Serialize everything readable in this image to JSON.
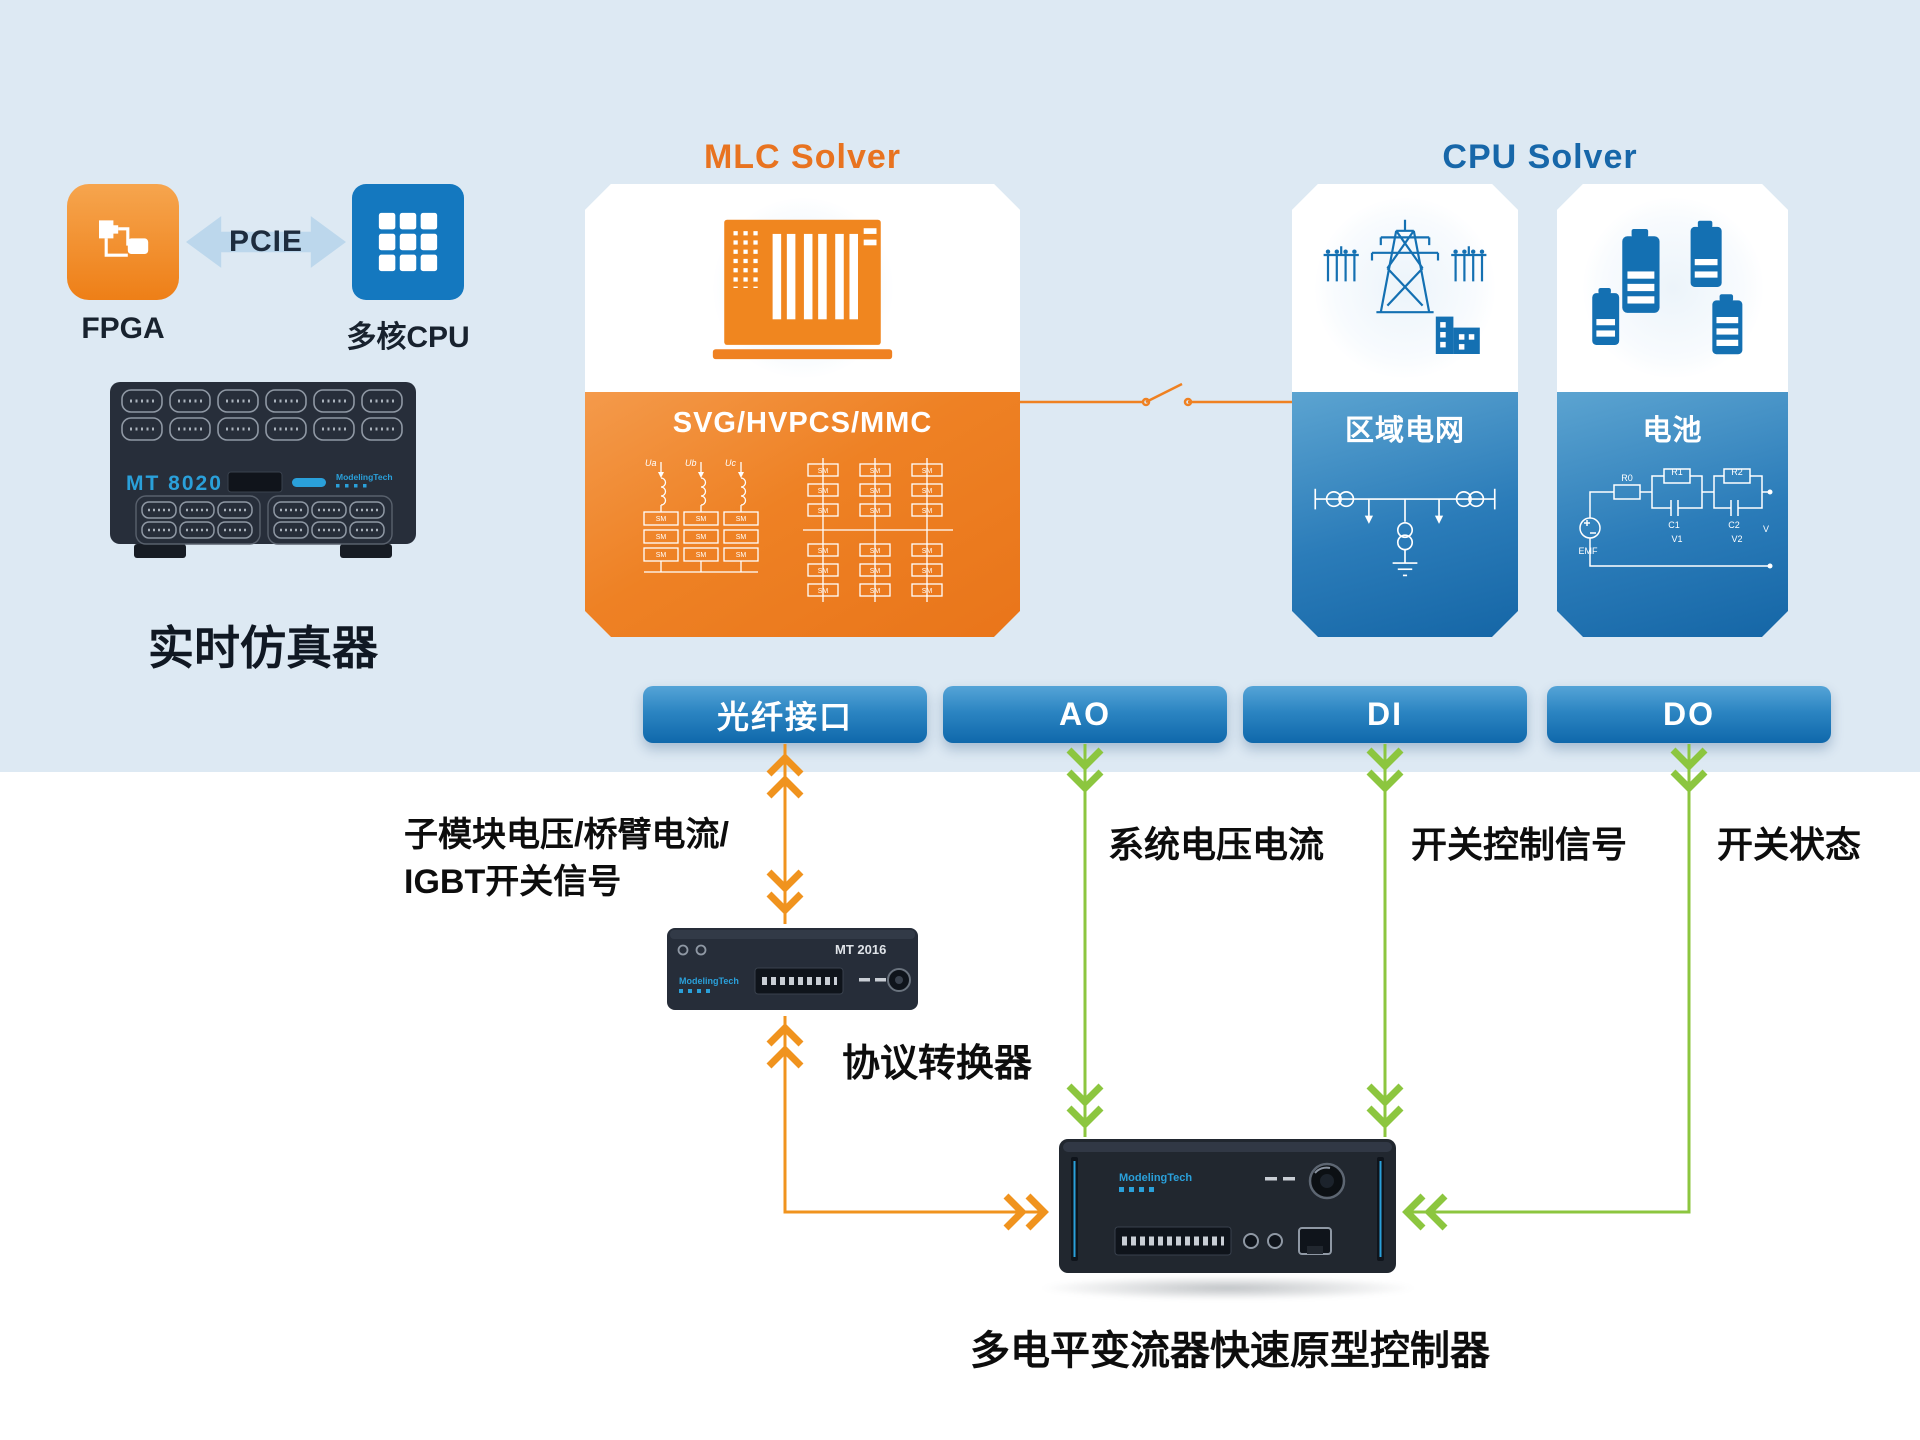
{
  "colors": {
    "background_top": "#dde9f3",
    "orange_accent": "#ef8122",
    "blue_accent": "#1470b2",
    "green_arrow": "#8cc63f",
    "orange_arrow": "#f0931e",
    "button_blue": "#1470b2",
    "mlc_title": "#e87320",
    "cpu_title": "#1767a9"
  },
  "top_left": {
    "fpga_label": "FPGA",
    "pcie_label": "PCIE",
    "cpu_label": "多核CPU",
    "device_model": "MT 8020",
    "brand": "ModelingTech",
    "simulator_label": "实时仿真器"
  },
  "mlc_solver": {
    "title": "MLC Solver",
    "subtitle": "SVG/HVPCS/MMC",
    "sm_label": "SM",
    "phase_labels": [
      "Ua",
      "Ub",
      "Uc"
    ]
  },
  "cpu_solver": {
    "title": "CPU Solver",
    "grid_label": "区域电网",
    "battery_label": "电池",
    "battery_circuit": {
      "emf": "EMF",
      "r0": "R0",
      "r1": "R1",
      "r2": "R2",
      "c1": "C1",
      "c2": "C2",
      "v1": "V1",
      "v2": "V2",
      "v": "V"
    }
  },
  "io_ports": [
    {
      "label": "光纤接口"
    },
    {
      "label": "AO"
    },
    {
      "label": "DI"
    },
    {
      "label": "DO"
    }
  ],
  "signal_labels": {
    "fiber_line1": "子模块电压/桥臂电流/",
    "fiber_line2": "IGBT开关信号",
    "ao": "系统电压电流",
    "di": "开关控制信号",
    "do": "开关状态"
  },
  "protocol_converter": {
    "model": "MT 2016",
    "label": "协议转换器",
    "brand": "ModelingTech"
  },
  "controller": {
    "label": "多电平变流器快速原型控制器",
    "brand": "ModelingTech"
  }
}
